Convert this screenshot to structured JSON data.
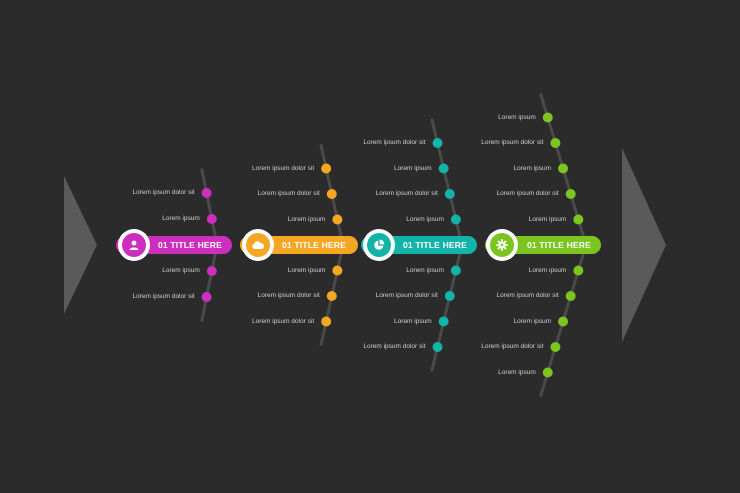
{
  "colors": {
    "background": "#2b2b2b",
    "spine": "#4a4a4a",
    "arrow": "#5a5a5a",
    "magenta": "#cc2fbe",
    "orange": "#f5a623",
    "teal": "#12b3a8",
    "green": "#7cc41f"
  },
  "stages": [
    {
      "title": "01 TITLE HERE",
      "icon": "user-icon",
      "color": "#cc2fbe",
      "top_items": [
        "Lorem ipsum dolor sit",
        "Lorem ipsum"
      ],
      "bottom_items": [
        "Lorem ipsum",
        "Lorem ipsum dolor sit"
      ]
    },
    {
      "title": "01 TITLE HERE",
      "icon": "cloud-icon",
      "color": "#f5a623",
      "top_items": [
        "Lorem ipsum dolor sit",
        "Lorem ipsum dolor sit",
        "Lorem ipsum"
      ],
      "bottom_items": [
        "Lorem ipsum",
        "Lorem ipsum dolor sit",
        "Lorem ipsum dolor sit"
      ]
    },
    {
      "title": "01 TITLE HERE",
      "icon": "pie-chart-icon",
      "color": "#12b3a8",
      "top_items": [
        "Lorem ipsum dolor sit",
        "Lorem ipsum",
        "Lorem ipsum dolor sit",
        "Lorem ipsum"
      ],
      "bottom_items": [
        "Lorem ipsum",
        "Lorem ipsum dolor sit",
        "Lorem ipsum",
        "Lorem ipsum dolor sit"
      ]
    },
    {
      "title": "01 TITLE HERE",
      "icon": "gear-icon",
      "color": "#7cc41f",
      "top_items": [
        "Lorem ipsum",
        "Lorem ipsum dolor sit",
        "Lorem ipsum",
        "Lorem ipsum dolor sit",
        "Lorem ipsum"
      ],
      "bottom_items": [
        "Lorem ipsum",
        "Lorem ipsum dolor sit",
        "Lorem ipsum",
        "Lorem ipsum dolor sit",
        "Lorem ipsum"
      ]
    }
  ]
}
